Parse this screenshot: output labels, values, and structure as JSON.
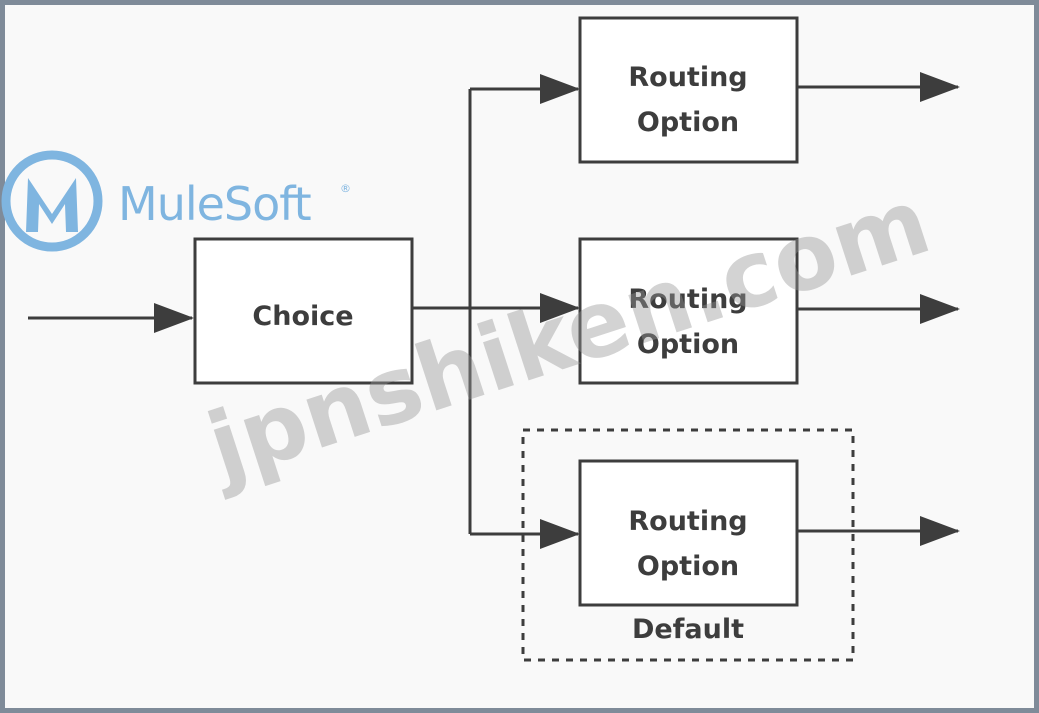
{
  "logo": {
    "text": "MuleSoft",
    "mark": "®",
    "icon": "mulesoft-m-icon",
    "color": "#7fb5e0"
  },
  "watermark": {
    "text": "jpnshiken.com"
  },
  "flow": {
    "choice_label": "Choice",
    "routes": [
      {
        "line1": "Routing",
        "line2": "Option"
      },
      {
        "line1": "Routing",
        "line2": "Option"
      },
      {
        "line1": "Routing",
        "line2": "Option"
      }
    ],
    "default_label": "Default"
  },
  "colors": {
    "frame": "#7f8b99",
    "stroke": "#3d3d3d"
  }
}
